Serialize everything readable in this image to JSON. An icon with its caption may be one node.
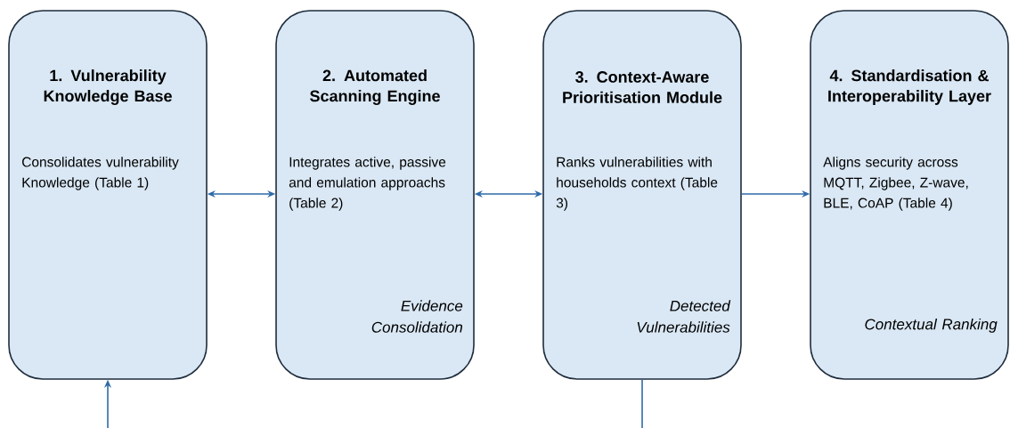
{
  "diagram": {
    "nodes": [
      {
        "text": [
          "1. Vulnerability Knowledge Base",
          "Consolidates vulnerability Knowledge (Table 1)"
        ]
      },
      {
        "text": [
          "2. Automated Scanning Engine",
          "Integrates active, passive and emulation approachs (Table 2)",
          "Evidence Consolidation"
        ]
      },
      {
        "text": [
          "3. Context-Aware Prioritisation Module",
          "Ranks vulnerabilities with households context (Table 3)",
          "Detected Vulnerabilities"
        ]
      },
      {
        "text": [
          "4. Standardisation & Interoperability Layer",
          "Aligns security across MQTT, Zigbee, Z-wave, BLE, CoAP (Table 4)",
          "Contextual Ranking"
        ]
      }
    ],
    "edges": [
      {
        "from": 0,
        "to": 1,
        "arrow": "both"
      },
      {
        "from": 1,
        "to": 2,
        "arrow": "both"
      },
      {
        "from": 2,
        "to": 3,
        "arrow": "to"
      },
      {
        "from": null,
        "to": 0,
        "arrow": "to"
      },
      {
        "from": 2,
        "to": null,
        "arrow": "none"
      }
    ]
  }
}
